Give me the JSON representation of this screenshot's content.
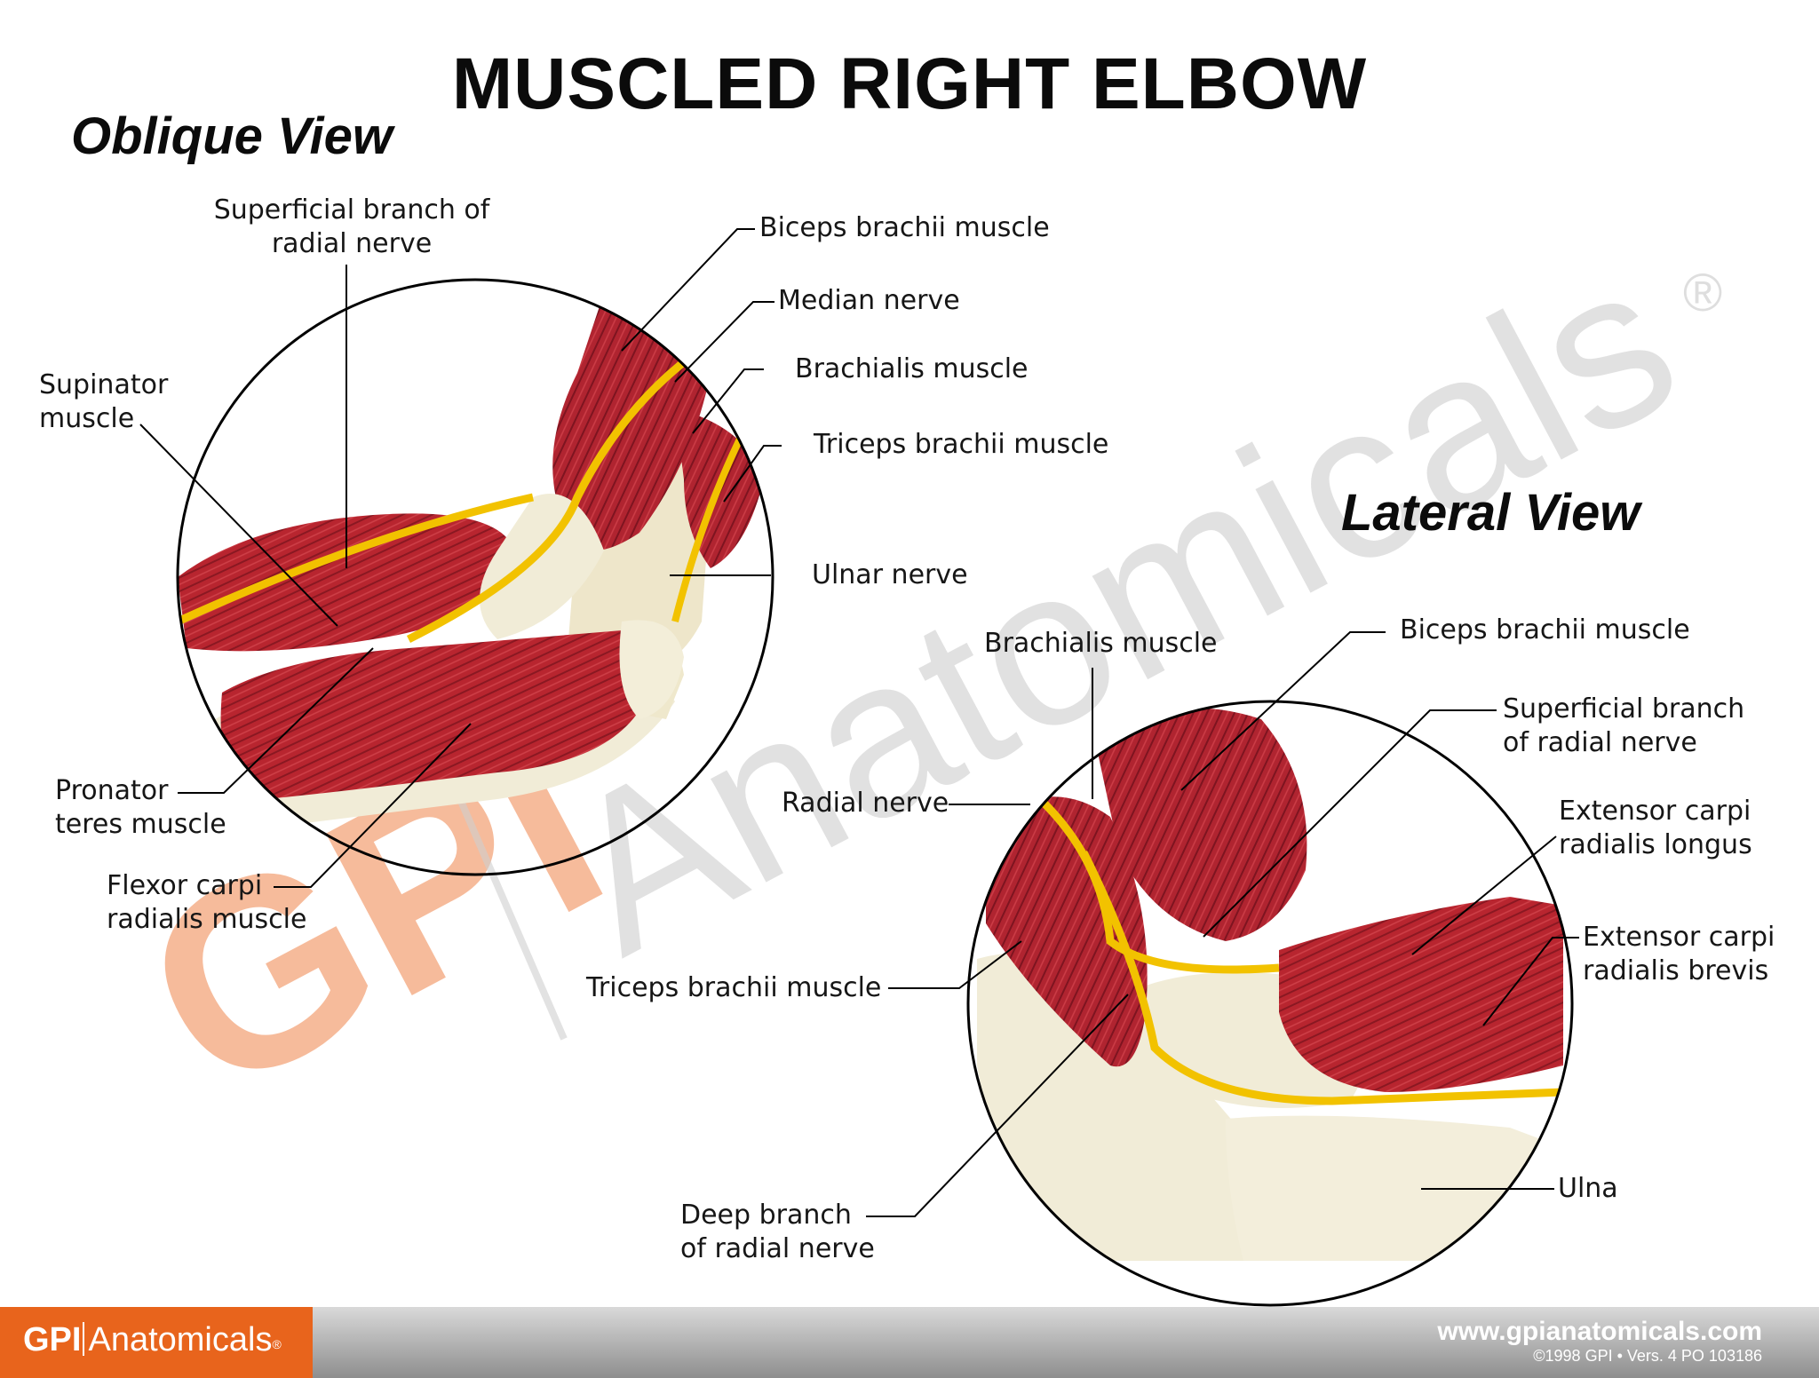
{
  "title": "MUSCLED RIGHT ELBOW",
  "oblique": {
    "heading": "Oblique View",
    "labels": {
      "superficial_branch": "Superficial branch of\nradial nerve",
      "supinator": "Supinator\nmuscle",
      "biceps": "Biceps brachii muscle",
      "median": "Median nerve",
      "brachialis": "Brachialis muscle",
      "triceps": "Triceps brachii muscle",
      "ulnar": "Ulnar nerve",
      "pronator": "Pronator\nteres muscle",
      "flexor": "Flexor carpi\nradialis muscle"
    }
  },
  "lateral": {
    "heading": "Lateral View",
    "labels": {
      "brachialis": "Brachialis muscle",
      "biceps": "Biceps brachii muscle",
      "superficial_branch": "Superficial branch\nof radial nerve",
      "radial": "Radial nerve",
      "ecrl": "Extensor carpi\nradialis longus",
      "ecrb": "Extensor carpi\nradialis brevis",
      "triceps": "Triceps brachii muscle",
      "ulna": "Ulna",
      "deep_branch": "Deep branch\nof radial nerve"
    }
  },
  "watermark": {
    "gpi": "GPI",
    "anatomicals": "Anatomicals",
    "reg": "®"
  },
  "footer": {
    "brand_gpi": "GPI",
    "brand_name": "Anatomicals",
    "brand_reg": "®",
    "website": "www.gpianatomicals.com",
    "copyright": "©1998 GPI • Vers. 4 PO  103186"
  },
  "colors": {
    "muscle": "#b8252f",
    "muscle_dark": "#7e1420",
    "nerve": "#f2c200",
    "tendon": "#f1ecd7",
    "footer_orange": "#e8641c",
    "watermark_orange": "#f4a57a",
    "watermark_gray": "#c9c9c9"
  }
}
